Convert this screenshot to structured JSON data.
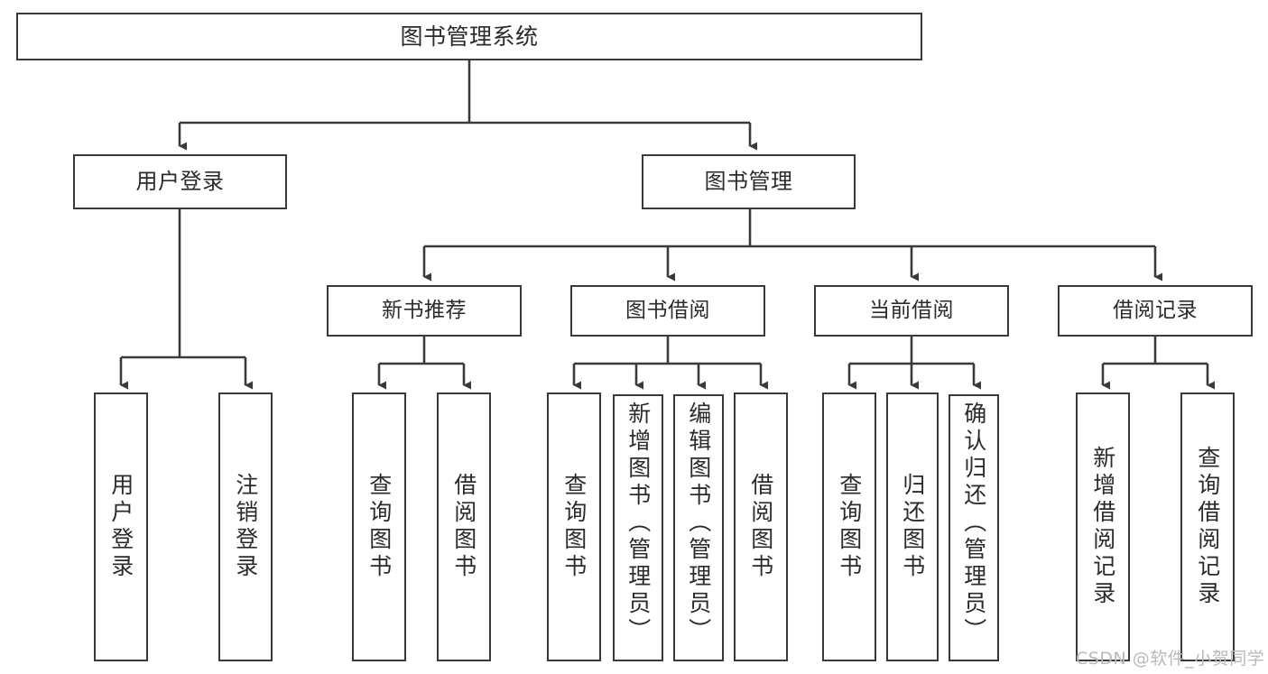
{
  "diagram": {
    "type": "tree-hierarchy-chart",
    "title": "图书管理系统",
    "line_color": "#3a3a3a",
    "box_fill": "#ffffff",
    "text_color": "#2b2b2b",
    "watermark": "CSDN @软件_小贺同学"
  },
  "nodes": {
    "root": {
      "label": "图书管理系统"
    },
    "level2": [
      {
        "label": "用户登录"
      },
      {
        "label": "图书管理"
      }
    ],
    "level3": [
      {
        "label": "新书推荐"
      },
      {
        "label": "图书借阅"
      },
      {
        "label": "当前借阅"
      },
      {
        "label": "借阅记录"
      }
    ],
    "leaves": {
      "user_login": [
        {
          "label": "用户登录"
        },
        {
          "label": "注销登录"
        }
      ],
      "new_book_recommend": [
        {
          "label": "查询图书"
        },
        {
          "label": "借阅图书"
        }
      ],
      "book_borrow": [
        {
          "label": "查询图书"
        },
        {
          "label": "新增图书（管理员）"
        },
        {
          "label": "编辑图书（管理员）"
        },
        {
          "label": "借阅图书"
        }
      ],
      "current_borrow": [
        {
          "label": "查询图书"
        },
        {
          "label": "归还图书"
        },
        {
          "label": "确认归还（管理员）"
        }
      ],
      "borrow_record": [
        {
          "label": "新增借阅记录"
        },
        {
          "label": "查询借阅记录"
        }
      ]
    }
  }
}
